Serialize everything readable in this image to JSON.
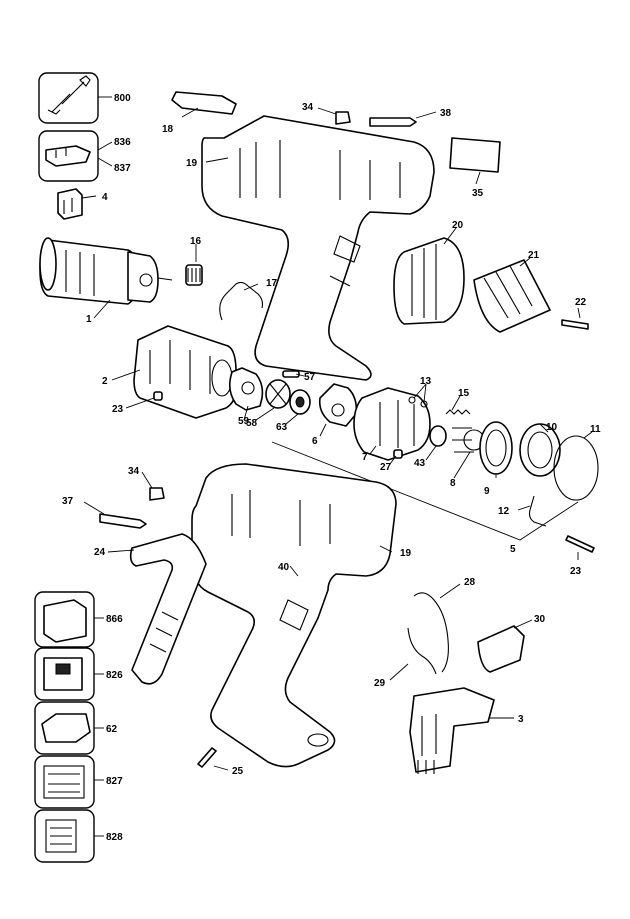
{
  "labels": {
    "p800": "800",
    "p836": "836",
    "p837": "837",
    "p4": "4",
    "p18": "18",
    "p34a": "34",
    "p38": "38",
    "p19a": "19",
    "p35": "35",
    "p20": "20",
    "p21": "21",
    "p22": "22",
    "p16": "16",
    "p17": "17",
    "p1": "1",
    "p2": "2",
    "p23a": "23",
    "p57": "57",
    "p59": "59",
    "p58": "58",
    "p63": "63",
    "p6": "6",
    "p13": "13",
    "p15": "15",
    "p7": "7",
    "p27": "27",
    "p43": "43",
    "p8": "8",
    "p9": "9",
    "p10": "10",
    "p11": "11",
    "p12": "12",
    "p5": "5",
    "p23b": "23",
    "p34b": "34",
    "p37": "37",
    "p24": "24",
    "p19b": "19",
    "p40": "40",
    "p28": "28",
    "p30": "30",
    "p29": "29",
    "p3": "3",
    "p866": "866",
    "p826": "826",
    "p62": "62",
    "p827": "827",
    "p828": "828",
    "p25": "25"
  }
}
